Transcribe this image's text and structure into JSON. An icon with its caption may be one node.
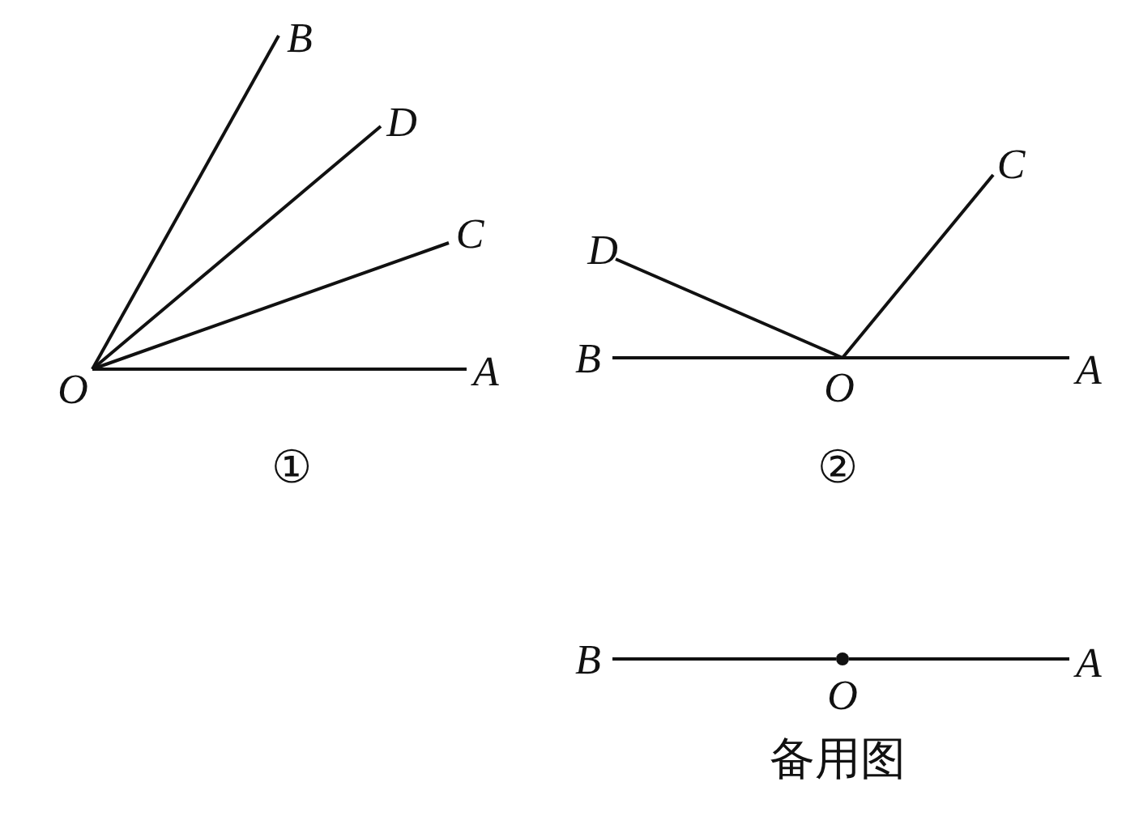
{
  "diagram": {
    "nodes": [
      {
        "text": [
          "O"
        ]
      },
      {
        "text": [
          "A"
        ]
      },
      {
        "text": [
          "B"
        ]
      },
      {
        "text": [
          "C"
        ]
      },
      {
        "text": [
          "D"
        ]
      },
      {
        "text": [
          "B"
        ]
      },
      {
        "text": [
          "O"
        ]
      },
      {
        "text": [
          "A"
        ]
      },
      {
        "text": [
          "C"
        ]
      },
      {
        "text": [
          "D"
        ]
      },
      {
        "text": [
          "B"
        ]
      },
      {
        "text": [],
        "shape": "circle",
        "beside": [
          "O"
        ]
      },
      {
        "text": [
          "A"
        ]
      }
    ],
    "edges": [
      {
        "from": 0,
        "to": 1,
        "arrow": "none"
      },
      {
        "from": 0,
        "to": 3,
        "arrow": "none"
      },
      {
        "from": 0,
        "to": 4,
        "arrow": "none"
      },
      {
        "from": 0,
        "to": 2,
        "arrow": "none"
      },
      {
        "from": 5,
        "to": 6,
        "arrow": "none"
      },
      {
        "from": 6,
        "to": 7,
        "arrow": "none"
      },
      {
        "from": 6,
        "to": 8,
        "arrow": "none"
      },
      {
        "from": 6,
        "to": 9,
        "arrow": "none"
      },
      {
        "from": 10,
        "to": 11,
        "arrow": "none"
      },
      {
        "from": 11,
        "to": 12,
        "arrow": "none"
      }
    ],
    "labels": [
      "①",
      "②",
      "备用图"
    ]
  }
}
